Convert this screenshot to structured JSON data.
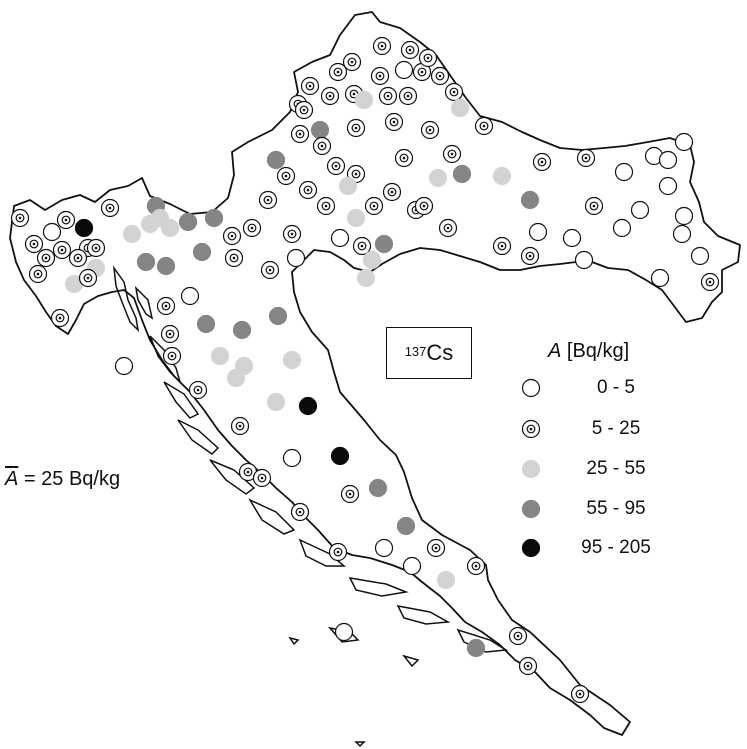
{
  "isotope": {
    "mass_number": "137",
    "symbol": "Cs"
  },
  "legend": {
    "quantity_symbol": "A",
    "unit": "[Bq/kg]",
    "classes": [
      {
        "range": "0 - 5",
        "style": "open",
        "fill": "#ffffff"
      },
      {
        "range": "5 - 25",
        "style": "bullseye",
        "fill": "#ffffff"
      },
      {
        "range": "25 - 55",
        "style": "solid",
        "fill": "#d3d3d3"
      },
      {
        "range": "55 - 95",
        "style": "solid",
        "fill": "#858585"
      },
      {
        "range": "95 - 205",
        "style": "solid",
        "fill": "#0a0a0a"
      }
    ]
  },
  "mean": {
    "symbol": "A",
    "text": " = 25 Bq/kg"
  },
  "colors": {
    "outline": "#111111",
    "background": "#ffffff"
  }
}
